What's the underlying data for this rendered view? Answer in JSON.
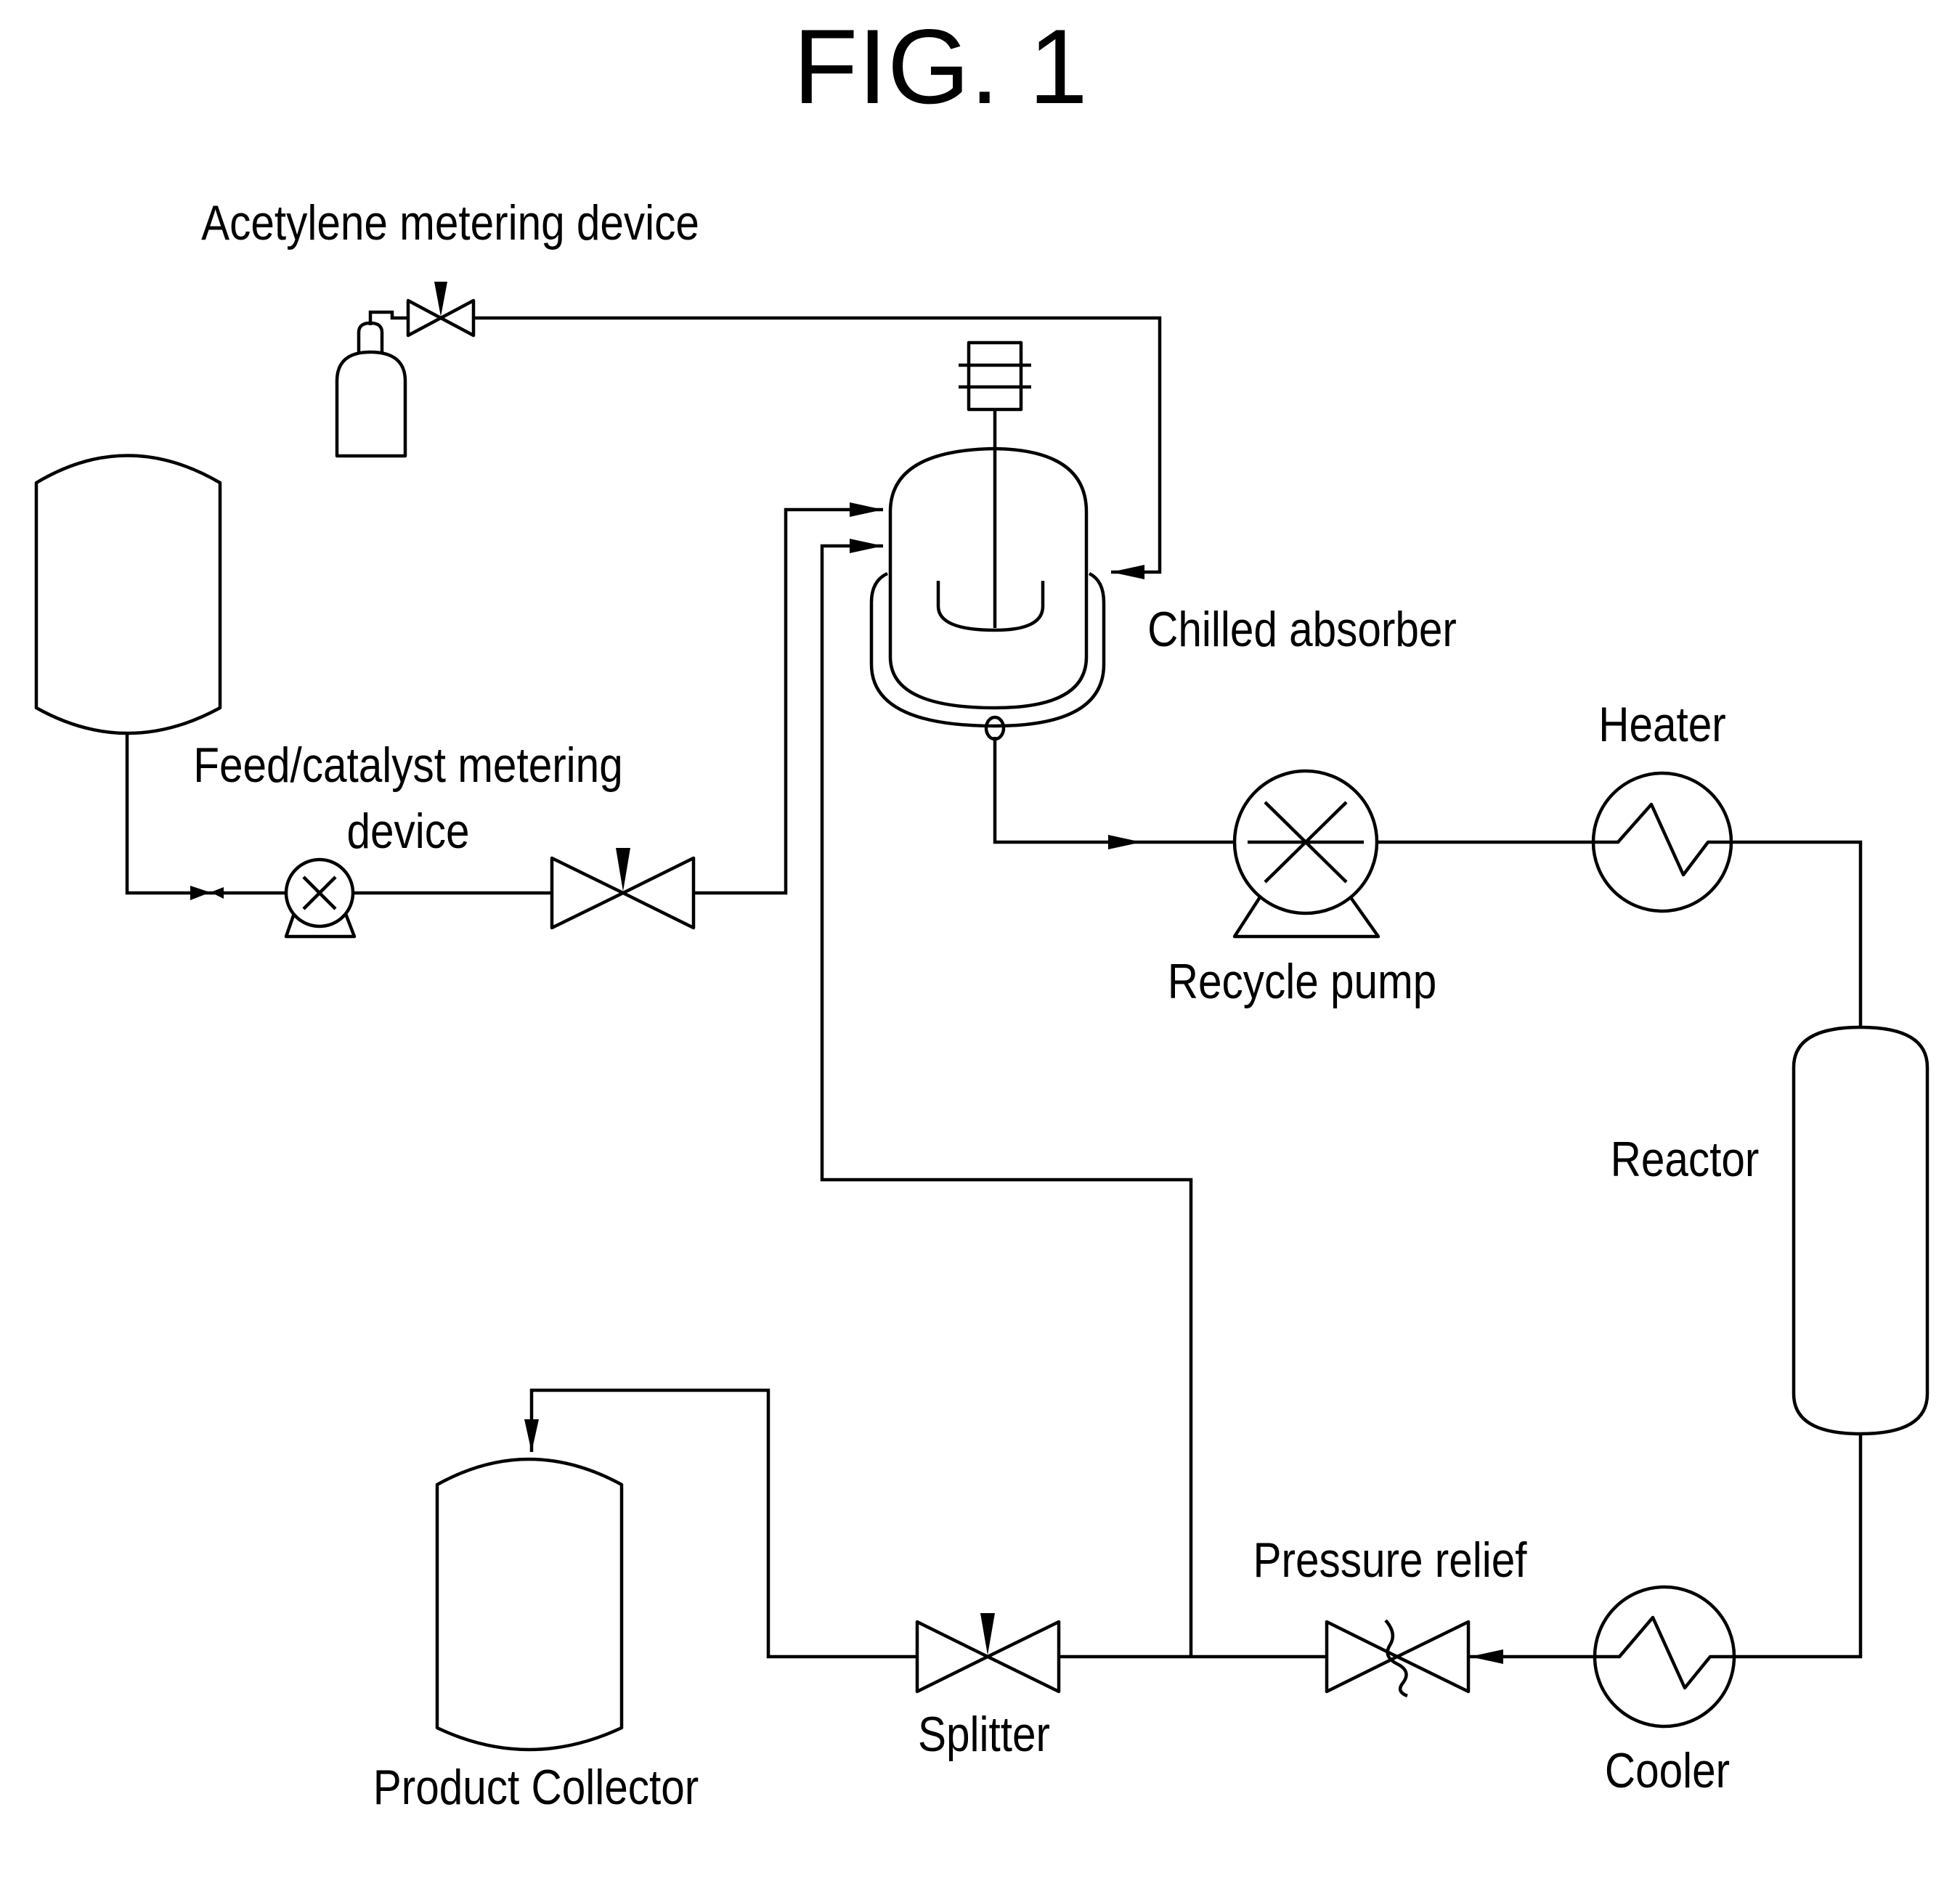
{
  "figure": {
    "title": "FIG. 1"
  },
  "labels": {
    "acetylene_metering": "Acetylene metering device",
    "chilled_absorber": "Chilled absorber",
    "feed_catalyst_line1": "Feed/catalyst metering",
    "feed_catalyst_line2": "device",
    "heater": "Heater",
    "recycle_pump": "Recycle pump",
    "reactor": "Reactor",
    "pressure_relief": "Pressure relief",
    "splitter": "Splitter",
    "cooler": "Cooler",
    "product_collector": "Product Collector"
  }
}
